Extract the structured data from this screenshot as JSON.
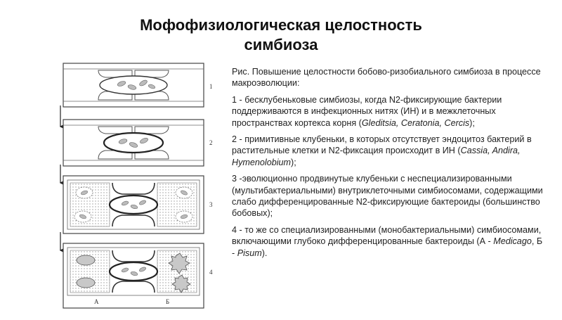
{
  "slide": {
    "title_line1": "Мофофизиологическая целостность",
    "title_line2": "симбиоза"
  },
  "figure": {
    "stage_labels": [
      "1",
      "2",
      "3",
      "4"
    ],
    "sub_labels": [
      "А",
      "Б"
    ]
  },
  "caption": {
    "intro": "Рис. Повышение целостности бобово-ризобиального симбиоза в процессе макроэволюции:",
    "item1_text": "1 - бесклубеньковые симбиозы, когда N2-фиксирующие бактерии поддерживаются в инфекционных нитях (ИН) и в межклеточных пространствах кортекса корня (",
    "item1_taxa": "Gleditsia, Ceratonia, Cercis",
    "item1_end": ");",
    "item2_text": "2 - примитивные клубеньки, в которых отсутствует эндоцитоз бактерий в растительные клетки и N2-фиксация происходит в ИН (",
    "item2_taxa": "Cassia, Andira, Hymenolobium",
    "item2_end": ");",
    "item3_text": "3 -эволюционно продвинутые клубеньки с неспециализированными (мультибактериальными) внутриклеточными симбиосомами, содержащими слабо дифференцированные N2-фиксирующие бактероиды (большинство бобовых);",
    "item4_text": "4 - то же со специализированными (монобактериальными) симбиосомами, включающими глубоко дифференцированные бактероиды (А - ",
    "item4_taxa_a": "Medicago",
    "item4_mid": ", Б - ",
    "item4_taxa_b": "Pisum",
    "item4_end": ")."
  }
}
